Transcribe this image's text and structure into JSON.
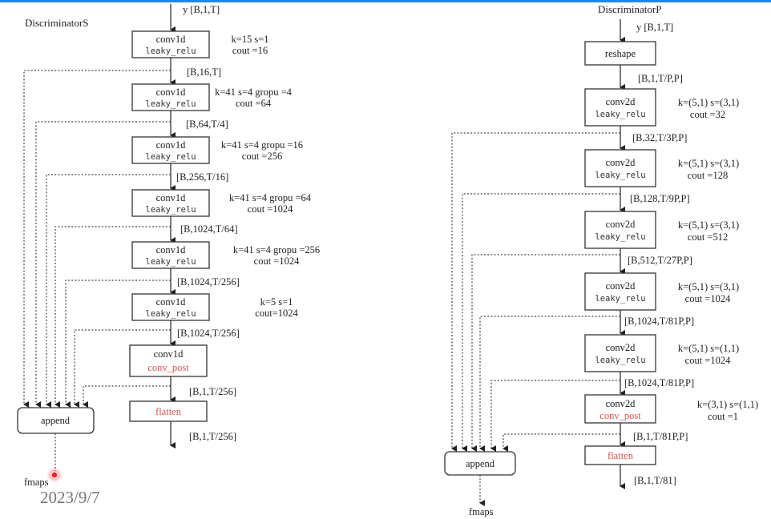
{
  "slide": {
    "accent_color": "#1e88e5",
    "date": "2023/9/7",
    "pointer_color": "#ff2020"
  },
  "discriminator_s": {
    "title": "DiscriminatorS",
    "input_label": "y [B,1,T]",
    "layers": [
      {
        "op": "conv1d",
        "act": "leaky_relu",
        "params": "k=15 s=1",
        "cout": "cout =16",
        "out_shape": "[B,16,T]"
      },
      {
        "op": "conv1d",
        "act": "leaky_relu",
        "params": "k=41 s=4  gropu =4",
        "cout": "cout =64",
        "out_shape": "[B,64,T/4]"
      },
      {
        "op": "conv1d",
        "act": "leaky_relu",
        "params": "k=41 s=4  gropu =16",
        "cout": "cout =256",
        "out_shape": "[B,256,T/16]"
      },
      {
        "op": "conv1d",
        "act": "leaky_relu",
        "params": "k=41 s=4  gropu =64",
        "cout": "cout =1024",
        "out_shape": "[B,1024,T/64]"
      },
      {
        "op": "conv1d",
        "act": "leaky_relu",
        "params": "k=41 s=4  gropu =256",
        "cout": "cout =1024",
        "out_shape": "[B,1024,T/256]"
      },
      {
        "op": "conv1d",
        "act": "leaky_relu",
        "params": "k=5 s=1",
        "cout": "cout=1024",
        "out_shape": "[B,1024,T/256]"
      }
    ],
    "post": {
      "op": "conv1d",
      "act": "conv_post",
      "out_shape": "[B,1,T/256]"
    },
    "flatten": {
      "label": "flatten",
      "out_shape": "[B,1,T/256]"
    },
    "append_label": "append",
    "fmaps_label": "fmaps"
  },
  "discriminator_p": {
    "title": "DiscriminatorP",
    "input_label": "y [B,1,T]",
    "reshape": {
      "label": "reshape",
      "out_shape": "[B,1,T/P,P]"
    },
    "layers": [
      {
        "op": "conv2d",
        "act": "leaky_relu",
        "params": "k=(5,1) s=(3,1)",
        "cout": "cout =32",
        "out_shape": "[B,32,T/3P,P]"
      },
      {
        "op": "conv2d",
        "act": "leaky_relu",
        "params": "k=(5,1) s=(3,1)",
        "cout": "cout =128",
        "out_shape": "[B,128,T/9P,P]"
      },
      {
        "op": "conv2d",
        "act": "leaky_relu",
        "params": "k=(5,1) s=(3,1)",
        "cout": "cout =512",
        "out_shape": "[B,512,T/27P,P]"
      },
      {
        "op": "conv2d",
        "act": "leaky_relu",
        "params": "k=(5,1) s=(3,1)",
        "cout": "cout =1024",
        "out_shape": "[B,1024,T/81P,P]"
      },
      {
        "op": "conv2d",
        "act": "leaky_relu",
        "params": "k=(5,1) s=(1,1)",
        "cout": "cout =1024",
        "out_shape": "[B,1024,T/81P,P]"
      }
    ],
    "post": {
      "op": "conv2d",
      "act": "conv_post",
      "params": "k=(3,1) s=(1,1)",
      "cout": "cout =1",
      "out_shape": "[B,1,T/81P,P]"
    },
    "flatten": {
      "label": "flatten",
      "out_shape": "[B,1,T/81]"
    },
    "append_label": "append",
    "fmaps_label": "fmaps"
  }
}
